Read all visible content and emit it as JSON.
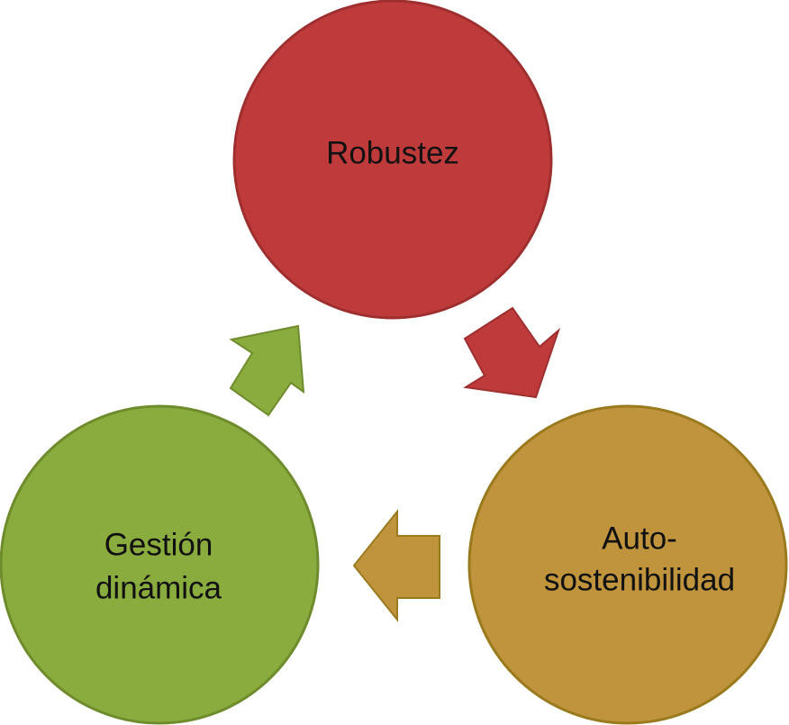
{
  "diagram": {
    "type": "cycle",
    "nodes": [
      {
        "id": "robustez",
        "label": "Robustez",
        "fill": "#bf3b3b",
        "stroke": "#9f2f2f"
      },
      {
        "id": "auto",
        "label_lines": [
          "Auto-",
          "sostenibilidad"
        ],
        "fill": "#bf943d",
        "stroke": "#9b7a1e"
      },
      {
        "id": "gestion",
        "label_lines": [
          "Gestión",
          "dinámica"
        ],
        "fill": "#8aab3d",
        "stroke": "#6f8c2d"
      }
    ],
    "arrows": [
      {
        "from": "robustez",
        "to": "auto",
        "fill": "#bf3b3b",
        "stroke": "#9f2f2f"
      },
      {
        "from": "auto",
        "to": "gestion",
        "fill": "#bf943d",
        "stroke": "#9b7a1e"
      },
      {
        "from": "gestion",
        "to": "robustez",
        "fill": "#8aab3d",
        "stroke": "#6f8c2d"
      }
    ]
  }
}
